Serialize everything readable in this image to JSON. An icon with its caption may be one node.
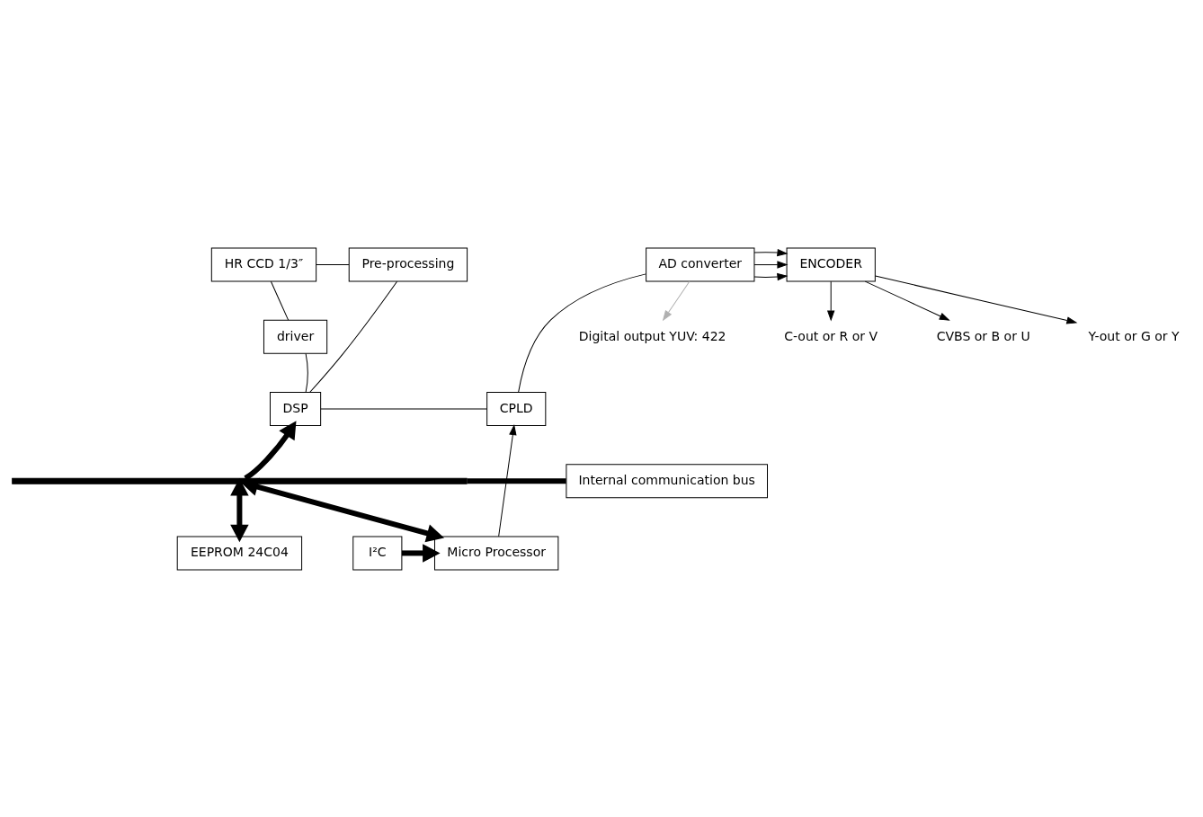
{
  "diagram": {
    "nodes": [
      {
        "text": [
          "HR CCD 1/3″"
        ]
      },
      {
        "text": [
          "Pre-processing"
        ]
      },
      {
        "text": [
          "driver"
        ]
      },
      {
        "text": [
          "DSP"
        ]
      },
      {
        "text": [
          "AD converter"
        ]
      },
      {
        "text": [
          "ENCODER"
        ]
      },
      {
        "text": [
          "Y-out or G or Y"
        ]
      },
      {
        "text": [
          "C-out or R or V"
        ]
      },
      {
        "text": [
          "CVBS or B or U"
        ]
      },
      {
        "text": [
          "Digital output YUV: 422"
        ]
      },
      {
        "text": [
          "CPLD"
        ]
      },
      {
        "text": [
          "Internal communication bus"
        ]
      },
      {
        "text": [],
        "shape": "bar"
      },
      {
        "text": [
          "EEPROM 24C04"
        ]
      },
      {
        "text": [
          "Micro Processor"
        ]
      },
      {
        "text": [
          "I²C"
        ]
      }
    ],
    "edges": [
      {
        "from": 0,
        "to": 1,
        "arrow": "none"
      },
      {
        "from": 0,
        "to": 2,
        "arrow": "none"
      },
      {
        "from": 2,
        "to": 3,
        "arrow": "none"
      },
      {
        "from": 1,
        "to": 3,
        "arrow": "none"
      },
      {
        "from": 4,
        "to": 5,
        "arrow": "to"
      },
      {
        "from": 4,
        "to": 5,
        "arrow": "to"
      },
      {
        "from": 4,
        "to": 5,
        "arrow": "to"
      },
      {
        "from": 5,
        "to": 6,
        "arrow": "to"
      },
      {
        "from": 5,
        "to": 7,
        "arrow": "to"
      },
      {
        "from": 5,
        "to": 8,
        "arrow": "to"
      },
      {
        "from": 4,
        "to": 10,
        "arrow": "none"
      },
      {
        "from": 4,
        "to": 9,
        "arrow": "to",
        "color": "#b0b0b0"
      },
      {
        "from": 3,
        "to": 10,
        "arrow": "none"
      },
      {
        "from": 12,
        "to": 3,
        "arrow": "to",
        "style": "thick"
      },
      {
        "from": 12,
        "to": 11,
        "arrow": "none",
        "style": "thick"
      },
      {
        "from": 12,
        "to": 13,
        "arrow": "both",
        "style": "thick"
      },
      {
        "from": 12,
        "to": 14,
        "arrow": "both",
        "style": "thick"
      },
      {
        "from": 14,
        "to": 10,
        "arrow": "to"
      },
      {
        "from": 15,
        "to": 14,
        "arrow": "to",
        "style": "thick"
      }
    ]
  }
}
